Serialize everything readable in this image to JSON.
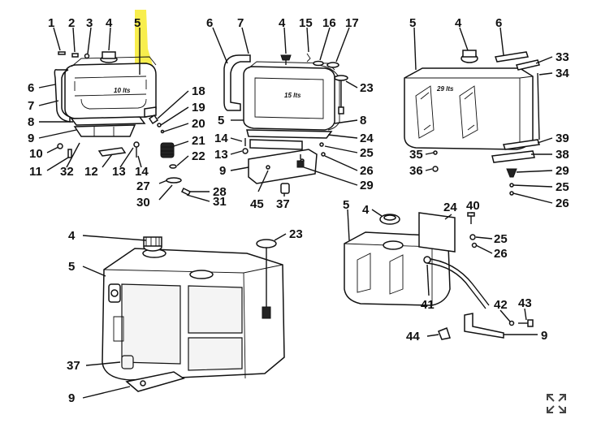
{
  "highlight_color": "#F7EC3A",
  "capacities": {
    "tank_a": "10 lts",
    "tank_b": "15 lts",
    "tank_c": "29 lts"
  },
  "callouts": {
    "a": [
      "1",
      "2",
      "3",
      "4",
      "5",
      "6",
      "7",
      "8",
      "9",
      "10",
      "11",
      "32",
      "12",
      "13",
      "14"
    ],
    "b": [
      "6",
      "7",
      "4",
      "15",
      "16",
      "17",
      "23",
      "5",
      "8",
      "14",
      "13",
      "24",
      "25",
      "9",
      "45",
      "37",
      "26",
      "29"
    ],
    "c": [
      "18",
      "19",
      "20",
      "21",
      "22",
      "27",
      "30",
      "28",
      "31"
    ],
    "d": [
      "5",
      "4",
      "6",
      "33",
      "34",
      "39",
      "38",
      "35",
      "36",
      "29",
      "25",
      "26"
    ],
    "e": [
      "4",
      "23",
      "5",
      "37",
      "9"
    ],
    "f": [
      "5",
      "4",
      "24",
      "40",
      "25",
      "26",
      "41",
      "42",
      "43",
      "44",
      "9"
    ]
  },
  "expand_icon": "expand-arrows-icon"
}
